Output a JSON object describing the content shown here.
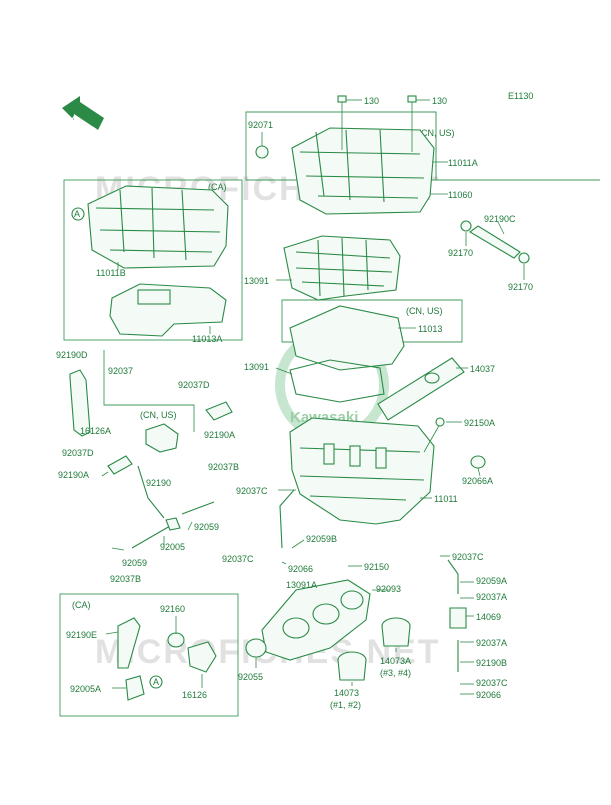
{
  "diagram": {
    "code": "E1130",
    "front_label": "FRONT",
    "watermark": "MICROFICHES.NET",
    "brand": "Kawasaki",
    "callout_letter": "A",
    "boxes": {
      "ca_top_title": "(CA)",
      "cn_us_top_title": "(CN, US)",
      "cn_us_mid_title": "(CN, US)",
      "cn_us_left_title": "(CN, US)",
      "ca_bottom_title": "(CA)"
    },
    "labels": [
      {
        "id": "p130a",
        "text": "130"
      },
      {
        "id": "p130b",
        "text": "130"
      },
      {
        "id": "p92071",
        "text": "92071"
      },
      {
        "id": "p11011A",
        "text": "11011A"
      },
      {
        "id": "p11060",
        "text": "11060"
      },
      {
        "id": "p92190C",
        "text": "92190C"
      },
      {
        "id": "p92170a",
        "text": "92170"
      },
      {
        "id": "p92170b",
        "text": "92170"
      },
      {
        "id": "p11011B",
        "text": "11011B"
      },
      {
        "id": "p13091a",
        "text": "13091"
      },
      {
        "id": "p11013A",
        "text": "11013A"
      },
      {
        "id": "p11013",
        "text": "11013"
      },
      {
        "id": "p13091b",
        "text": "13091"
      },
      {
        "id": "p14037",
        "text": "14037"
      },
      {
        "id": "p92190D",
        "text": "92190D"
      },
      {
        "id": "p92037",
        "text": "92037"
      },
      {
        "id": "p92037D",
        "text": "92037D"
      },
      {
        "id": "p16126A",
        "text": "16126A"
      },
      {
        "id": "p92190A",
        "text": "92190A"
      },
      {
        "id": "p92037Da",
        "text": "92037D"
      },
      {
        "id": "p92190a2",
        "text": "92190A"
      },
      {
        "id": "p92190",
        "text": "92190"
      },
      {
        "id": "p92037B",
        "text": "92037B"
      },
      {
        "id": "p92150A",
        "text": "92150A"
      },
      {
        "id": "p92066A",
        "text": "92066A"
      },
      {
        "id": "p92037C",
        "text": "92037C"
      },
      {
        "id": "p11011",
        "text": "11011"
      },
      {
        "id": "p92059",
        "text": "92059"
      },
      {
        "id": "p92059B",
        "text": "92059B"
      },
      {
        "id": "p92005",
        "text": "92005"
      },
      {
        "id": "p92059b",
        "text": "92059"
      },
      {
        "id": "p92037Bb",
        "text": "92037B"
      },
      {
        "id": "p92037Cb",
        "text": "92037C"
      },
      {
        "id": "p92066",
        "text": "92066"
      },
      {
        "id": "p92150",
        "text": "92150"
      },
      {
        "id": "p92037Cc",
        "text": "92037C"
      },
      {
        "id": "p13091A",
        "text": "13091A"
      },
      {
        "id": "p92093",
        "text": "92093"
      },
      {
        "id": "p92059A",
        "text": "92059A"
      },
      {
        "id": "p92037A",
        "text": "92037A"
      },
      {
        "id": "p14069",
        "text": "14069"
      },
      {
        "id": "p92037Ab",
        "text": "92037A"
      },
      {
        "id": "p92190B",
        "text": "92190B"
      },
      {
        "id": "p92037Cd",
        "text": "92037C"
      },
      {
        "id": "p92066b",
        "text": "92066"
      },
      {
        "id": "p92160",
        "text": "92160"
      },
      {
        "id": "p92190E",
        "text": "92190E"
      },
      {
        "id": "p92005A",
        "text": "92005A"
      },
      {
        "id": "p16126",
        "text": "16126"
      },
      {
        "id": "p92055",
        "text": "92055"
      },
      {
        "id": "p14073A",
        "text": "14073A"
      },
      {
        "id": "p14073Asub",
        "text": "(#3, #4)"
      },
      {
        "id": "p14073",
        "text": "14073"
      },
      {
        "id": "p14073sub",
        "text": "(#1, #2)"
      }
    ]
  }
}
